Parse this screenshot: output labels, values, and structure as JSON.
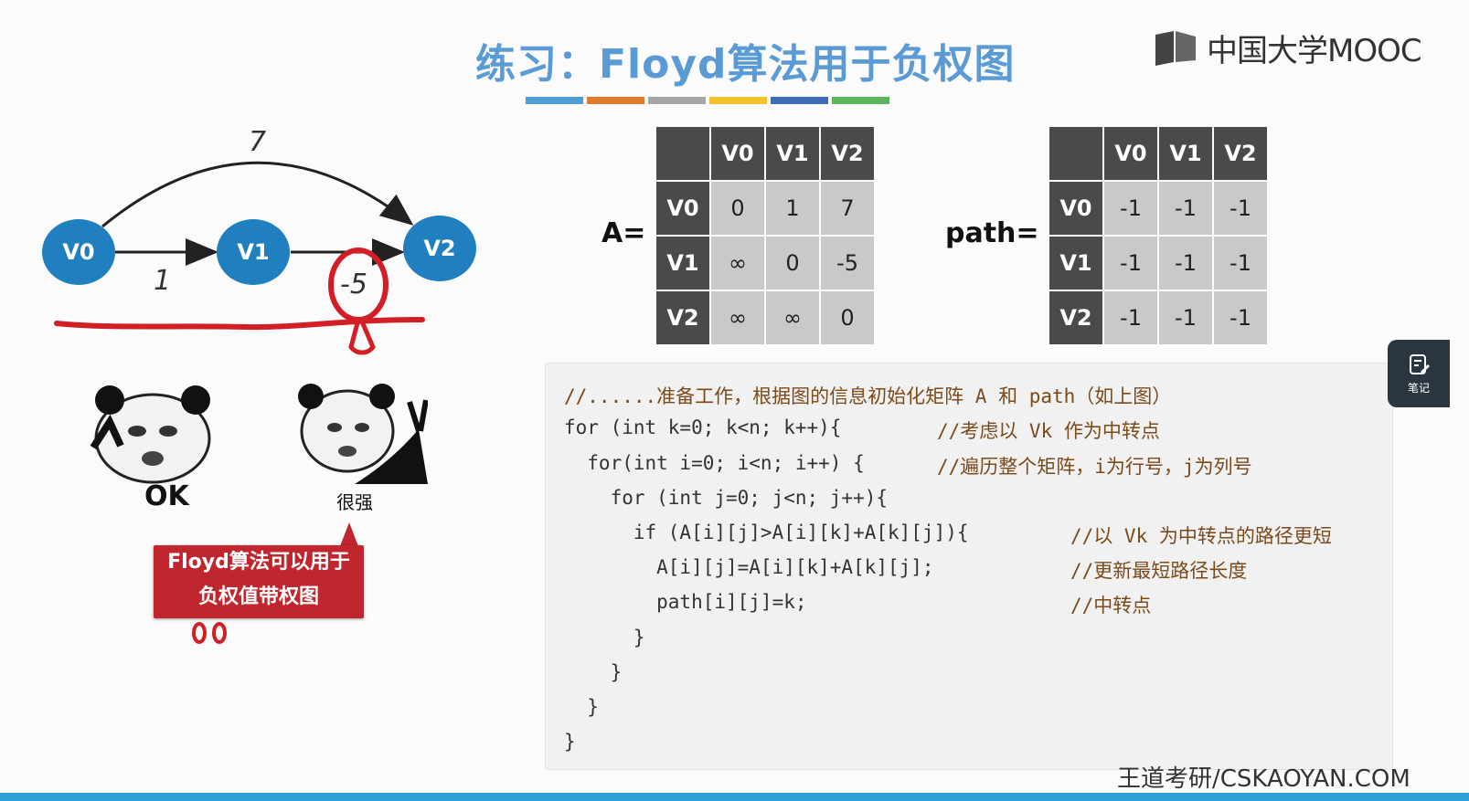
{
  "slide": {
    "title": "练习：Floyd算法用于负权图",
    "stripe_colors": [
      "#4f9fd6",
      "#e07b2c",
      "#a6a6a6",
      "#f2c12e",
      "#3d6db5",
      "#5cb55a"
    ]
  },
  "logo": {
    "text": "中国大学MOOC"
  },
  "graph": {
    "nodes": [
      {
        "label": "V0"
      },
      {
        "label": "V1"
      },
      {
        "label": "V2"
      }
    ],
    "edges": [
      {
        "weight": "7"
      },
      {
        "weight": "1"
      },
      {
        "weight": "-5"
      }
    ]
  },
  "matrix_A": {
    "label": "A=",
    "headers": [
      "V0",
      "V1",
      "V2"
    ],
    "rows": [
      {
        "head": "V0",
        "cells": [
          "0",
          "1",
          "7"
        ]
      },
      {
        "head": "V1",
        "cells": [
          "∞",
          "0",
          "-5"
        ]
      },
      {
        "head": "V2",
        "cells": [
          "∞",
          "∞",
          "0"
        ]
      }
    ]
  },
  "matrix_path": {
    "label": "path=",
    "headers": [
      "V0",
      "V1",
      "V2"
    ],
    "rows": [
      {
        "head": "V0",
        "cells": [
          "-1",
          "-1",
          "-1"
        ]
      },
      {
        "head": "V1",
        "cells": [
          "-1",
          "-1",
          "-1"
        ]
      },
      {
        "head": "V2",
        "cells": [
          "-1",
          "-1",
          "-1"
        ]
      }
    ]
  },
  "memes": {
    "left_caption": "OK",
    "right_caption": "很强",
    "callout_line1": "Floyd算法可以用于",
    "callout_line2": "负权值带权图"
  },
  "code": {
    "lines": [
      "//......准备工作，根据图的信息初始化矩阵 A 和 path（如上图）",
      "for (int k=0; k<n; k++){",
      "  for(int i=0; i<n; i++) {",
      "    for (int j=0; j<n; j++){",
      "      if (A[i][j]>A[i][k]+A[k][j]){",
      "        A[i][j]=A[i][k]+A[k][j];",
      "        path[i][j]=k;",
      "      }",
      "    }",
      "  }",
      "}"
    ],
    "comments": {
      "c1": "//考虑以 Vk 作为中转点",
      "c2": "//遍历整个矩阵，i为行号，j为列号",
      "c4": "//以 Vk 为中转点的路径更短",
      "c5": "//更新最短路径长度",
      "c6": "//中转点"
    }
  },
  "side_panel": {
    "notes_label": "笔记"
  },
  "footer": {
    "text": "王道考研/CSKAOYAN.COM"
  }
}
